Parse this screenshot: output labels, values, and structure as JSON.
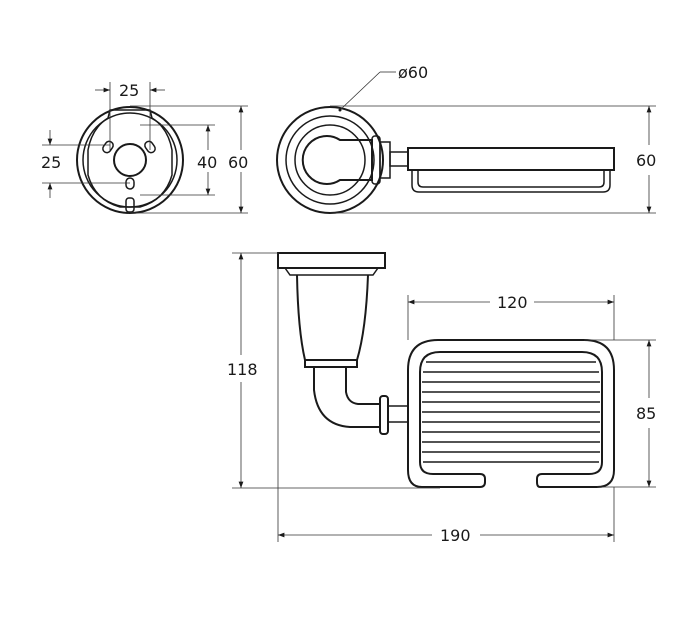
{
  "dimensions": {
    "front_width_holes": "25",
    "front_height_holes": "25",
    "front_inner": "40",
    "front_outer": "60",
    "top_diameter": "ø60",
    "top_height": "60",
    "side_height": "118",
    "basket_width": "120",
    "basket_height": "85",
    "total_width": "190"
  }
}
